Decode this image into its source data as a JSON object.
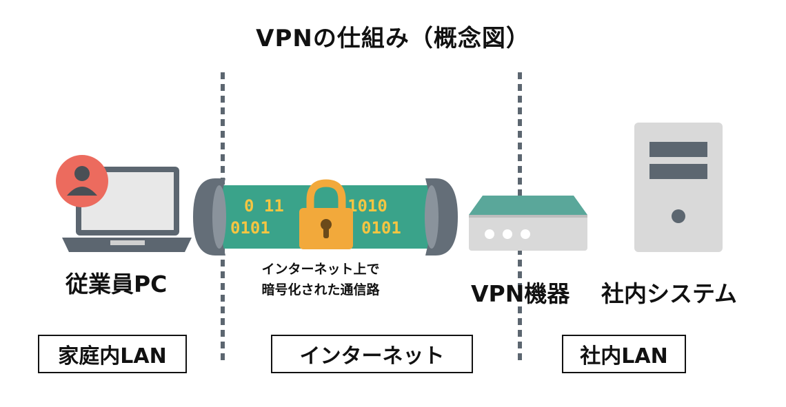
{
  "title": "VPNの仕組み（概念図）",
  "nodes": {
    "pc_label": "従業員PC",
    "vpn_device_label": "VPN機器",
    "internal_system_label": "社内システム"
  },
  "tunnel": {
    "bits_top_left": "0 11",
    "bits_top_right": "1010",
    "bits_bottom_left": "0101",
    "bits_bottom_right": "0101",
    "caption_line1": "インターネット上で",
    "caption_line2": "暗号化された通信路"
  },
  "zones": {
    "home_lan": "家庭内LAN",
    "internet": "インターネット",
    "corporate_lan": "社内LAN"
  },
  "colors": {
    "tunnel_fill": "#3aa38a",
    "lock": "#f2a93b",
    "bits": "#f5c542",
    "avatar": "#ec6b5e",
    "device_gray": "#d9d9d9",
    "device_teal": "#5aa79a",
    "dark_gray": "#5c6670"
  }
}
